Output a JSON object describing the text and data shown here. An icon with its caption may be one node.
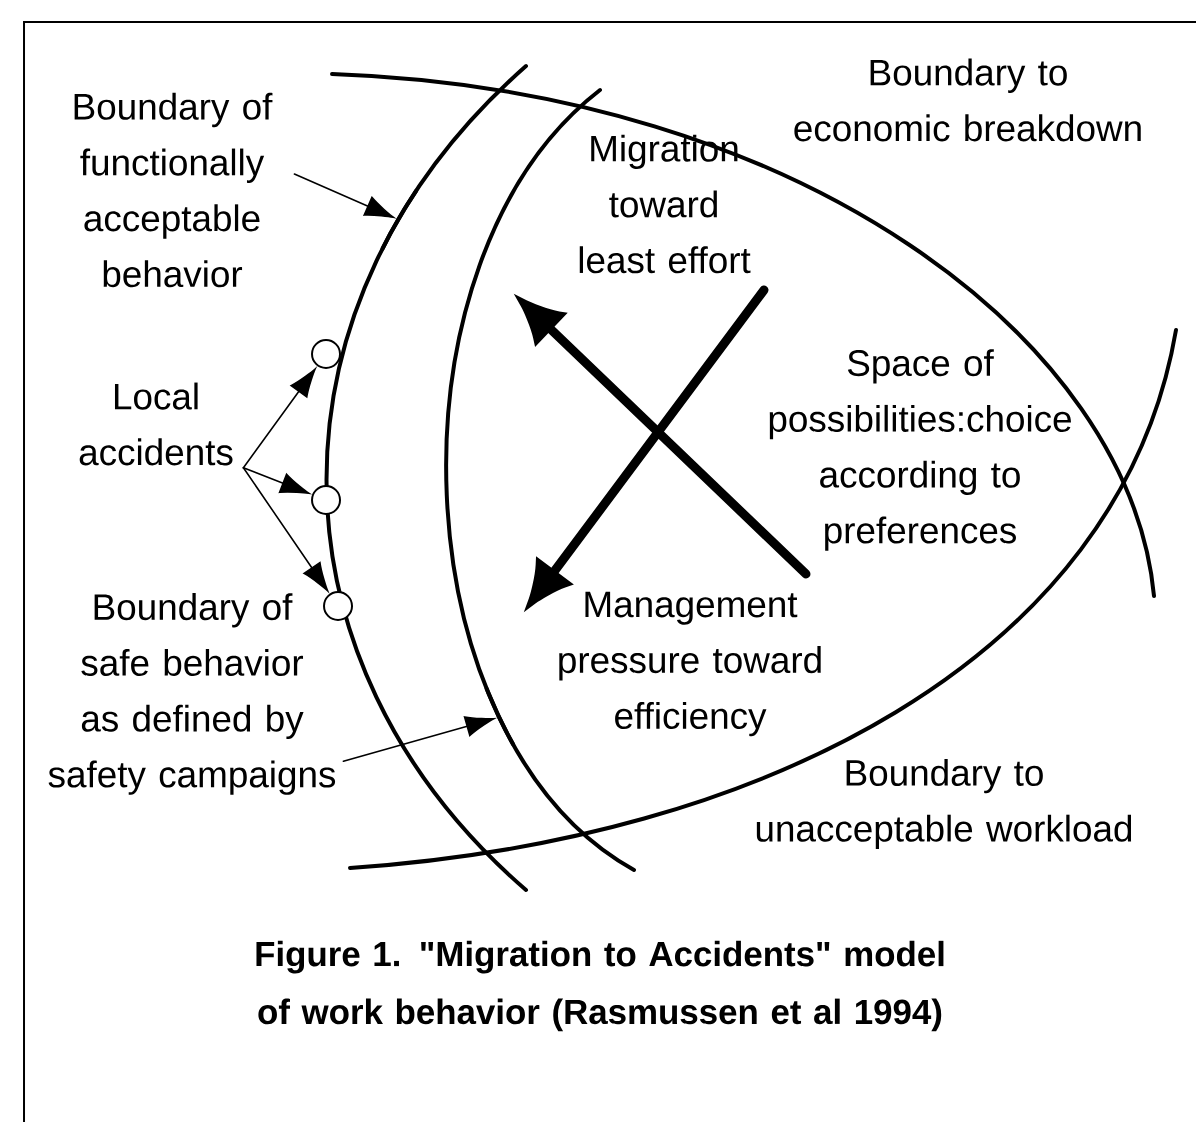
{
  "diagram": {
    "caption": "Figure 1. \"Migration to Accidents\" model of work behavior (Rasmussen et al 1994)",
    "nodes": [
      {
        "text": [
          "Boundary of functionally acceptable behavior"
        ]
      },
      {
        "text": [
          "Local accidents"
        ]
      },
      {
        "text": [],
        "shape": "circle"
      },
      {
        "text": [],
        "shape": "circle"
      },
      {
        "text": [],
        "shape": "circle"
      },
      {
        "text": [
          "Boundary of safe behavior as defined by safety campaigns"
        ]
      },
      {
        "text": [],
        "shape": "curve"
      },
      {
        "text": [],
        "shape": "curve"
      }
    ],
    "edges": [
      {
        "from": 0,
        "to": 6,
        "arrow": "to"
      },
      {
        "from": 1,
        "to": 2,
        "arrow": "to"
      },
      {
        "from": 1,
        "to": 3,
        "arrow": "to"
      },
      {
        "from": 1,
        "to": 4,
        "arrow": "to"
      },
      {
        "from": 5,
        "to": 7,
        "arrow": "to"
      }
    ],
    "labels": [
      "Boundary to economic breakdown",
      "Migration toward least effort",
      "Space of possibilities:choice according to preferences",
      "Management pressure toward efficiency",
      "Boundary to unacceptable workload"
    ]
  }
}
